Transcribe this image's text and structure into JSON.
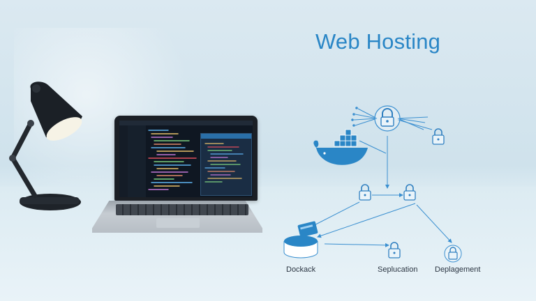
{
  "title": "Web Hosting",
  "labels": {
    "left": "Dockack",
    "middle": "Seplucation",
    "right": "Deplagement"
  },
  "colors": {
    "accent": "#2a86c6",
    "lines": "#3a8fd0",
    "desk": "#e6f1f6",
    "laptop_screen": "#0f1722"
  },
  "icons": [
    "desk-lamp",
    "laptop",
    "docker-whale-icon",
    "padlock-icon",
    "database-icon"
  ]
}
